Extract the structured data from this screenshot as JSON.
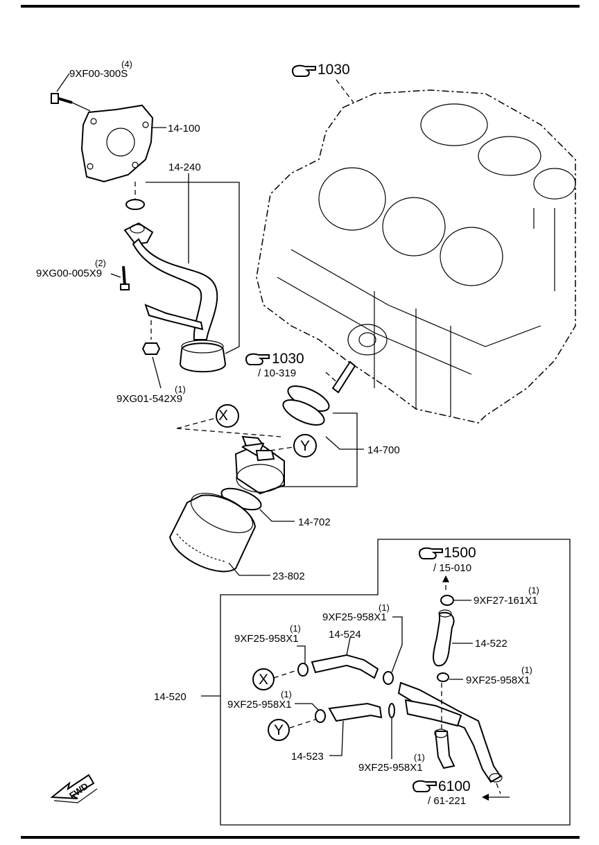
{
  "labels": {
    "bolt_front_cover": "9XF00-300S",
    "bolt_front_cover_qty": "(4)",
    "front_cover": "14-100",
    "strainer": "14-240",
    "bolt_strainer": "9XG00-005X9",
    "bolt_strainer_qty": "(2)",
    "nut_strainer": "9XG01-542X9",
    "nut_strainer_qty": "(1)",
    "oil_cooler": "14-700",
    "gasket": "14-702",
    "oil_filter": "23-802",
    "hose_assy": "14-520",
    "hose_524": "14-524",
    "hose_523": "14-523",
    "hose_522": "14-522",
    "clamp_a": "9XF25-958X1",
    "clamp_a_qty": "(1)",
    "clamp_b": "9XF25-958X1",
    "clamp_b_qty": "(1)",
    "clamp_c": "9XF25-958X1",
    "clamp_c_qty": "(1)",
    "clamp_d": "9XF25-958X1",
    "clamp_d_qty": "(1)",
    "clamp_e": "9XF25-958X1",
    "clamp_e_qty": "(1)",
    "clamp_f": "9XF27-161X1",
    "clamp_f_qty": "(1)",
    "circle_x": "X",
    "circle_y": "Y",
    "fwd": "FWD"
  },
  "refs": {
    "block_ref": "1030",
    "block_ref2": "1030",
    "block_ref2_sub": "/ 10-319",
    "hose_ref_top": "1500",
    "hose_ref_top_sub": "/ 15-010",
    "hose_ref_bottom": "6100",
    "hose_ref_bottom_sub": "/ 61-221"
  }
}
